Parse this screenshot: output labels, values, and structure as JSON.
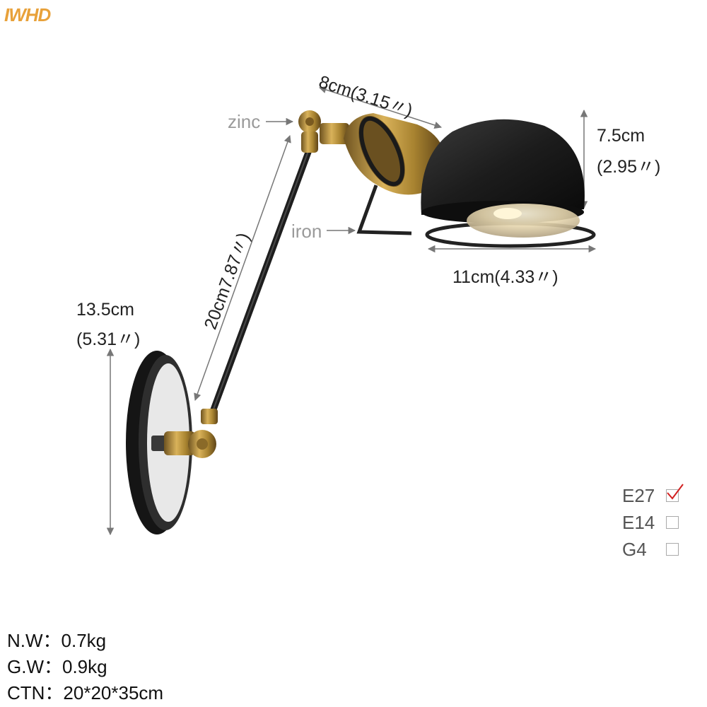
{
  "brand": "IWHD",
  "dimensions": {
    "shade_depth": "8cm(3.15〃)",
    "shade_height_cm": "7.5cm",
    "shade_height_in": "(2.95〃)",
    "shade_width": "11cm(4.33〃)",
    "arm_length": "20cm7.87〃)",
    "base_height_cm": "13.5cm",
    "base_height_in": "(5.31〃)"
  },
  "callouts": {
    "zinc": "zinc",
    "iron": "iron"
  },
  "sockets": [
    {
      "label": "E27",
      "checked": true
    },
    {
      "label": "E14",
      "checked": false
    },
    {
      "label": "G4",
      "checked": false
    }
  ],
  "specs": {
    "nw": "N.W：0.7kg",
    "gw": "G.W：0.9kg",
    "ctn": "CTN：20*20*35cm"
  },
  "colors": {
    "brand": "#e8a13a",
    "brass": "#b8903a",
    "iron": "#2a2a2a",
    "check": "#d22020"
  }
}
